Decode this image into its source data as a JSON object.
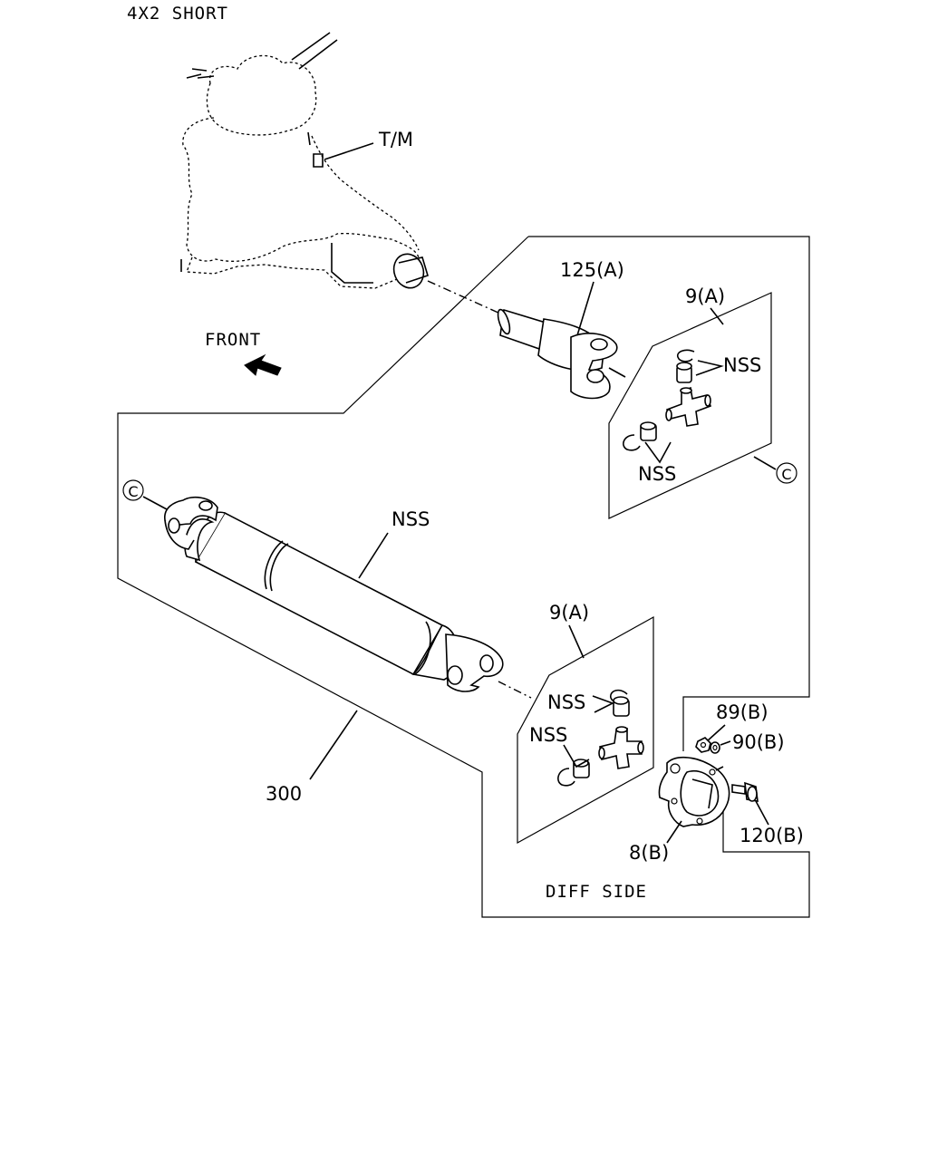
{
  "header": {
    "title": "4X2 SHORT"
  },
  "labels": {
    "transmission": "T/M",
    "front": "FRONT",
    "diff_side": "DIFF SIDE",
    "circle_c": "C"
  },
  "callouts": {
    "yoke_flange": "125(A)",
    "ujoint_upper": "9(A)",
    "ujoint_upper_nss_top": "NSS",
    "ujoint_upper_nss_bottom": "NSS",
    "propeller_shaft_nss": "NSS",
    "ujoint_lower": "9(A)",
    "ujoint_lower_nss_top": "NSS",
    "ujoint_lower_nss_bottom": "NSS",
    "propeller_shaft_assembly": "300",
    "nut": "89(B)",
    "washer": "90(B)",
    "bolt": "120(B)",
    "diff_flange": "8(B)"
  }
}
